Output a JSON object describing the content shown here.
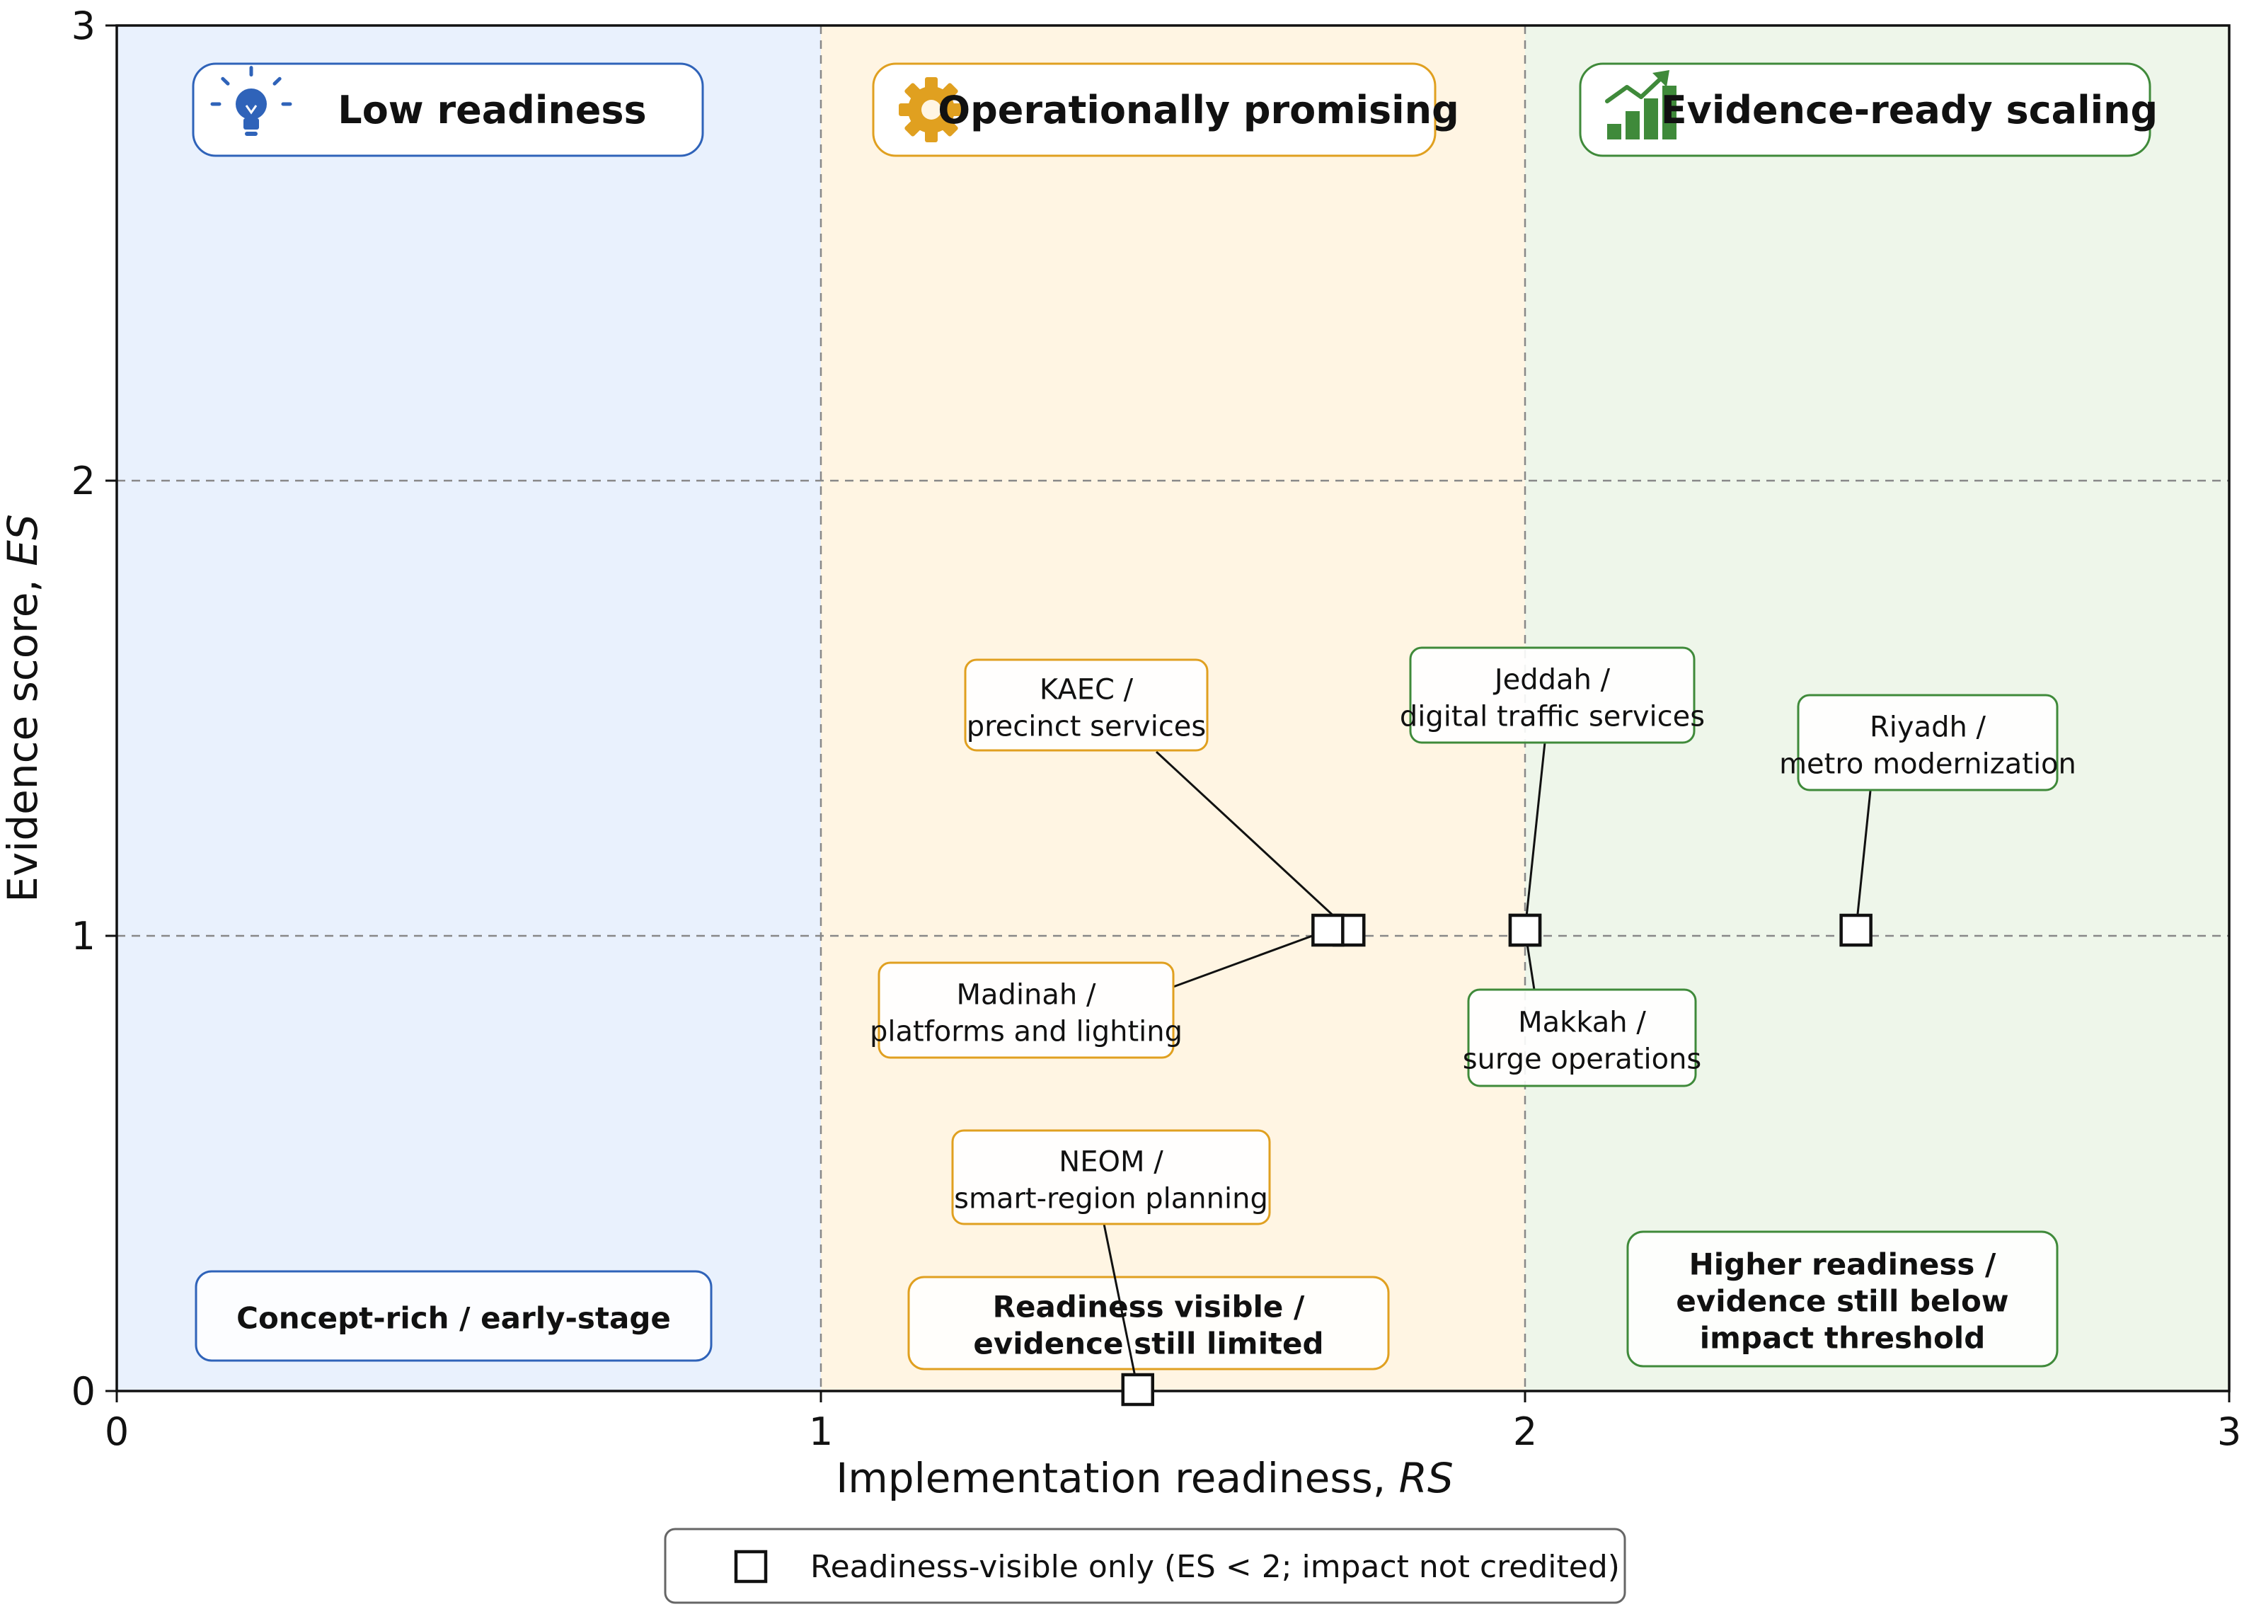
{
  "chart_data": {
    "type": "scatter",
    "xlabel_text": "Implementation readiness, ",
    "xlabel_symbol": "RS",
    "ylabel_text": "Evidence score, ",
    "ylabel_symbol": "ES",
    "xlim": [
      0,
      3
    ],
    "ylim": [
      0,
      3
    ],
    "xticks": [
      "0",
      "1",
      "2",
      "3"
    ],
    "yticks": [
      "0",
      "1",
      "2",
      "3"
    ],
    "grid": true,
    "zones": [
      {
        "name": "Low readiness",
        "x_range": [
          0,
          1
        ],
        "color": "#e9f1fd",
        "border": "#2f63b9",
        "icon": "lightbulb-icon"
      },
      {
        "name": "Operationally promising",
        "x_range": [
          1,
          2
        ],
        "color": "#fff5e3",
        "border": "#e0a020",
        "icon": "gear-icon"
      },
      {
        "name": "Evidence-ready scaling",
        "x_range": [
          2,
          3
        ],
        "color": "#eef6ea",
        "border": "#3f8a3a",
        "icon": "growth-chart-icon"
      }
    ],
    "zone_notes": [
      {
        "zone": "Low readiness",
        "lines": [
          "Concept-rich / early-stage"
        ]
      },
      {
        "zone": "Operationally promising",
        "lines": [
          "Readiness visible /",
          "evidence still limited"
        ]
      },
      {
        "zone": "Evidence-ready scaling",
        "lines": [
          "Higher readiness /",
          "evidence still below",
          "impact threshold"
        ]
      }
    ],
    "points": [
      {
        "label": [
          "KAEC /",
          "precinct services"
        ],
        "x": 1.75,
        "y": 1.0,
        "zone": "Operationally promising"
      },
      {
        "label": [
          "Madinah /",
          "platforms and lighting"
        ],
        "x": 1.73,
        "y": 1.0,
        "zone": "Operationally promising"
      },
      {
        "label": [
          "Jeddah /",
          "digital traffic services"
        ],
        "x": 2.0,
        "y": 1.0,
        "zone": "Evidence-ready scaling"
      },
      {
        "label": [
          "Makkah /",
          "surge operations"
        ],
        "x": 2.0,
        "y": 1.0,
        "zone": "Evidence-ready scaling"
      },
      {
        "label": [
          "Riyadh /",
          "metro modernization"
        ],
        "x": 2.47,
        "y": 1.0,
        "zone": "Evidence-ready scaling"
      },
      {
        "label": [
          "NEOM /",
          "smart-region planning"
        ],
        "x": 1.45,
        "y": 0.0,
        "zone": "Operationally promising"
      }
    ],
    "legend": {
      "label": "Readiness-visible only (ES < 2; impact not credited)",
      "marker": "open-square",
      "placement": "bottom-center"
    }
  },
  "colors": {
    "grid": "#888888",
    "axis": "#111111",
    "marker_edge": "#111111",
    "marker_fill": "#ffffff"
  }
}
